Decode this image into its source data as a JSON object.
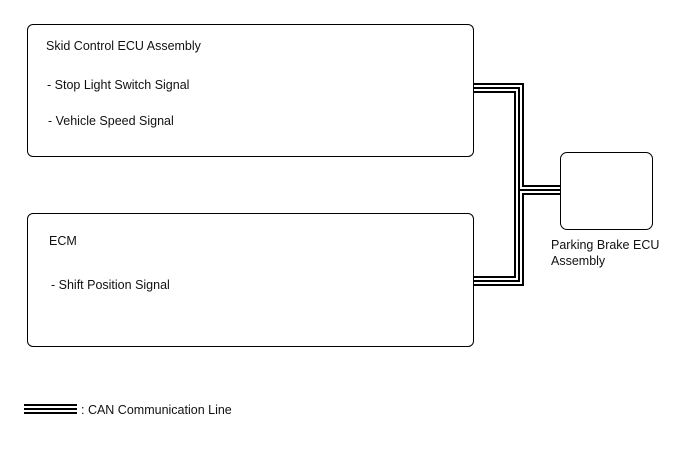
{
  "diagram": {
    "skid_control": {
      "title": "Skid Control ECU Assembly",
      "signals": [
        "- Stop Light Switch Signal",
        "- Vehicle Speed Signal"
      ]
    },
    "ecm": {
      "title": "ECM",
      "signals": [
        "- Shift Position Signal"
      ]
    },
    "parking_brake": {
      "label_line1": "Parking Brake ECU",
      "label_line2": "Assembly"
    },
    "legend": {
      "label": ": CAN Communication Line"
    }
  }
}
